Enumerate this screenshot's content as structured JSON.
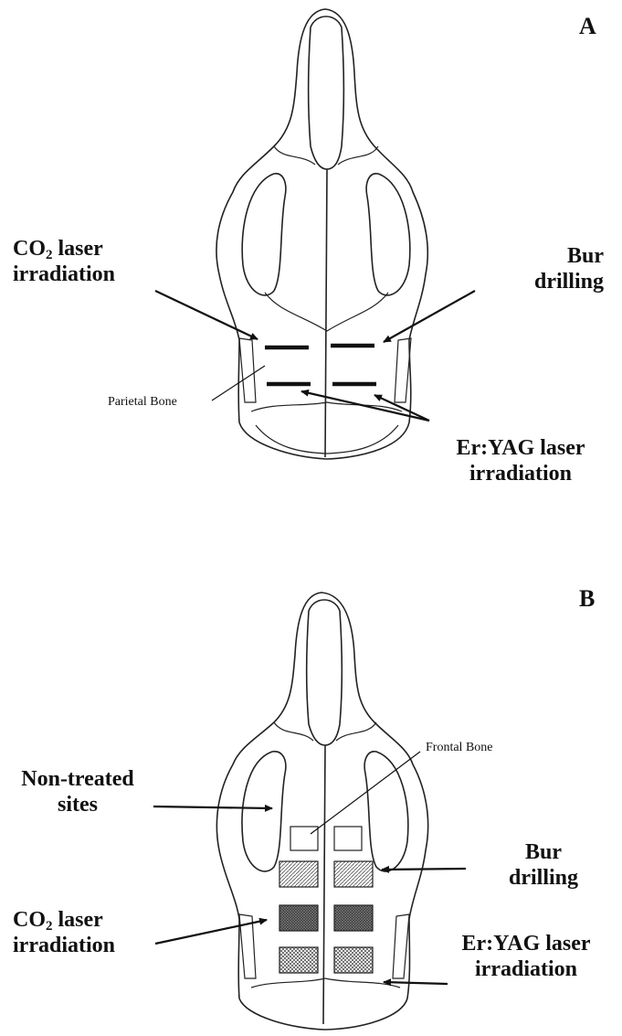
{
  "panel_a": {
    "letter": "A",
    "co2": {
      "line1_pre": "CO",
      "sub": "2",
      "line1_post": " laser",
      "line2": "irradiation"
    },
    "bur": {
      "line1": "Bur",
      "line2": "drilling"
    },
    "eryag": {
      "line1": "Er:YAG laser",
      "line2": "irradiation"
    },
    "parietal": "Parietal Bone"
  },
  "panel_b": {
    "letter": "B",
    "frontal": "Frontal Bone",
    "nontreated": {
      "line1": "Non-treated",
      "line2": "sites"
    },
    "bur": {
      "line1": "Bur",
      "line2": "drilling"
    },
    "co2": {
      "line1_pre": "CO",
      "sub": "2",
      "line1_post": " laser",
      "line2": "irradiation"
    },
    "eryag": {
      "line1": "Er:YAG laser",
      "line2": "irradiation"
    }
  }
}
